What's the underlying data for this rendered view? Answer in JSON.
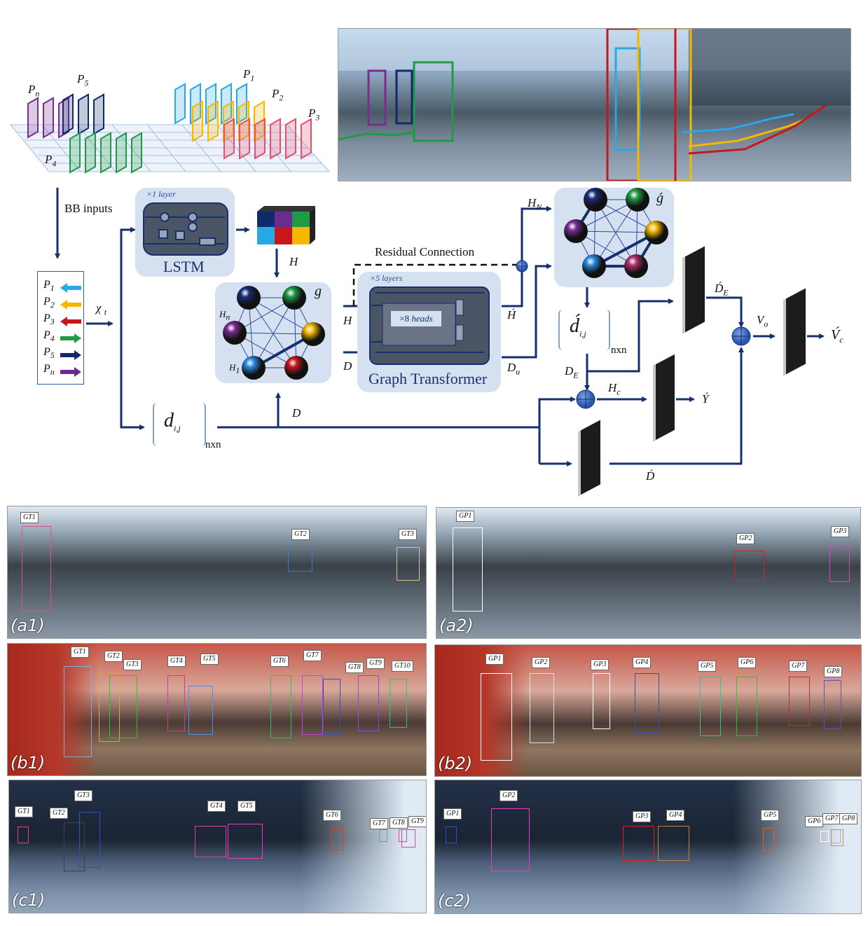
{
  "top_illustration": {
    "labels": [
      {
        "sym": "P",
        "sub": "n"
      },
      {
        "sym": "P",
        "sub": "5"
      },
      {
        "sym": "P",
        "sub": "1"
      },
      {
        "sym": "P",
        "sub": "2"
      },
      {
        "sym": "P",
        "sub": "3"
      },
      {
        "sym": "P",
        "sub": "4"
      }
    ]
  },
  "diagram": {
    "bb_inputs": "BB inputs",
    "legend": [
      {
        "sym": "P",
        "sub": "1",
        "color": "#2aa7e6",
        "dir": "left"
      },
      {
        "sym": "P",
        "sub": "2",
        "color": "#f4b800",
        "dir": "left"
      },
      {
        "sym": "P",
        "sub": "3",
        "color": "#c8161d",
        "dir": "left"
      },
      {
        "sym": "P",
        "sub": "4",
        "color": "#1f9a45",
        "dir": "right"
      },
      {
        "sym": "P",
        "sub": "5",
        "color": "#0f2a6b",
        "dir": "right"
      },
      {
        "sym": "P",
        "sub": "n",
        "color": "#6a2d8f",
        "dir": "right"
      }
    ],
    "chi": {
      "main": "χ",
      "sub": "t"
    },
    "lstm": {
      "layers": "×1 layer",
      "title": "LSTM"
    },
    "h_label": "H",
    "graph_g": {
      "symbol": "g",
      "hn": {
        "main": "H",
        "sub": "n"
      },
      "h1": {
        "main": "H",
        "sub": "1"
      }
    },
    "dij": {
      "main": "d",
      "sub": "i,j",
      "size": "nxn"
    },
    "d_label": "D",
    "residual": "Residual Connection",
    "transformer": {
      "layers": "×5 layers",
      "heads_num": "×8",
      "heads": "heads",
      "title": "Graph Transformer"
    },
    "in_h": "H",
    "in_d": "D",
    "h_prime": "H́",
    "hn_out": {
      "main": "H",
      "sub": "N"
    },
    "du": {
      "main": "D",
      "sub": "u"
    },
    "graph_g_prime": {
      "symbol": "ǵ"
    },
    "dij_prime": {
      "main": "d́",
      "sub": "i,j",
      "size": "nxn"
    },
    "de": {
      "main": "D",
      "sub": "E"
    },
    "de_prime": {
      "main": "D́",
      "sub": "E"
    },
    "hc": {
      "main": "H",
      "sub": "c"
    },
    "y_prime": "Ý",
    "d_prime": "D́",
    "vo": {
      "main": "V",
      "sub": "o"
    },
    "vc_prime": {
      "main": "V́",
      "sub": "c"
    },
    "colors": {
      "arrow": "#15306e",
      "box": "#d5e1f1"
    }
  },
  "panels": [
    {
      "id": "a1",
      "caption": "(a1)",
      "tags": [
        "GT1",
        "GT2",
        "GT3"
      ]
    },
    {
      "id": "a2",
      "caption": "(a2)",
      "tags": [
        "GP1",
        "GP2",
        "GP3"
      ]
    },
    {
      "id": "b1",
      "caption": "(b1)",
      "tags": [
        "GT1",
        "GT2",
        "GT3",
        "GT4",
        "GT5",
        "GT6",
        "GT7",
        "GT8",
        "GT9",
        "GT10"
      ]
    },
    {
      "id": "b2",
      "caption": "(b2)",
      "tags": [
        "GP1",
        "GP2",
        "GP3",
        "GP4",
        "GP5",
        "GP6",
        "GP7",
        "GP8"
      ]
    },
    {
      "id": "c1",
      "caption": "(c1)",
      "tags": [
        "GT1",
        "GT2",
        "GT3",
        "GT4",
        "GT5",
        "GT6",
        "GT7",
        "GT8",
        "GT9"
      ]
    },
    {
      "id": "c2",
      "caption": "(c2)",
      "tags": [
        "GP1",
        "GP2",
        "GP3",
        "GP4",
        "GP5",
        "GP6",
        "GP7",
        "GP8"
      ]
    }
  ]
}
